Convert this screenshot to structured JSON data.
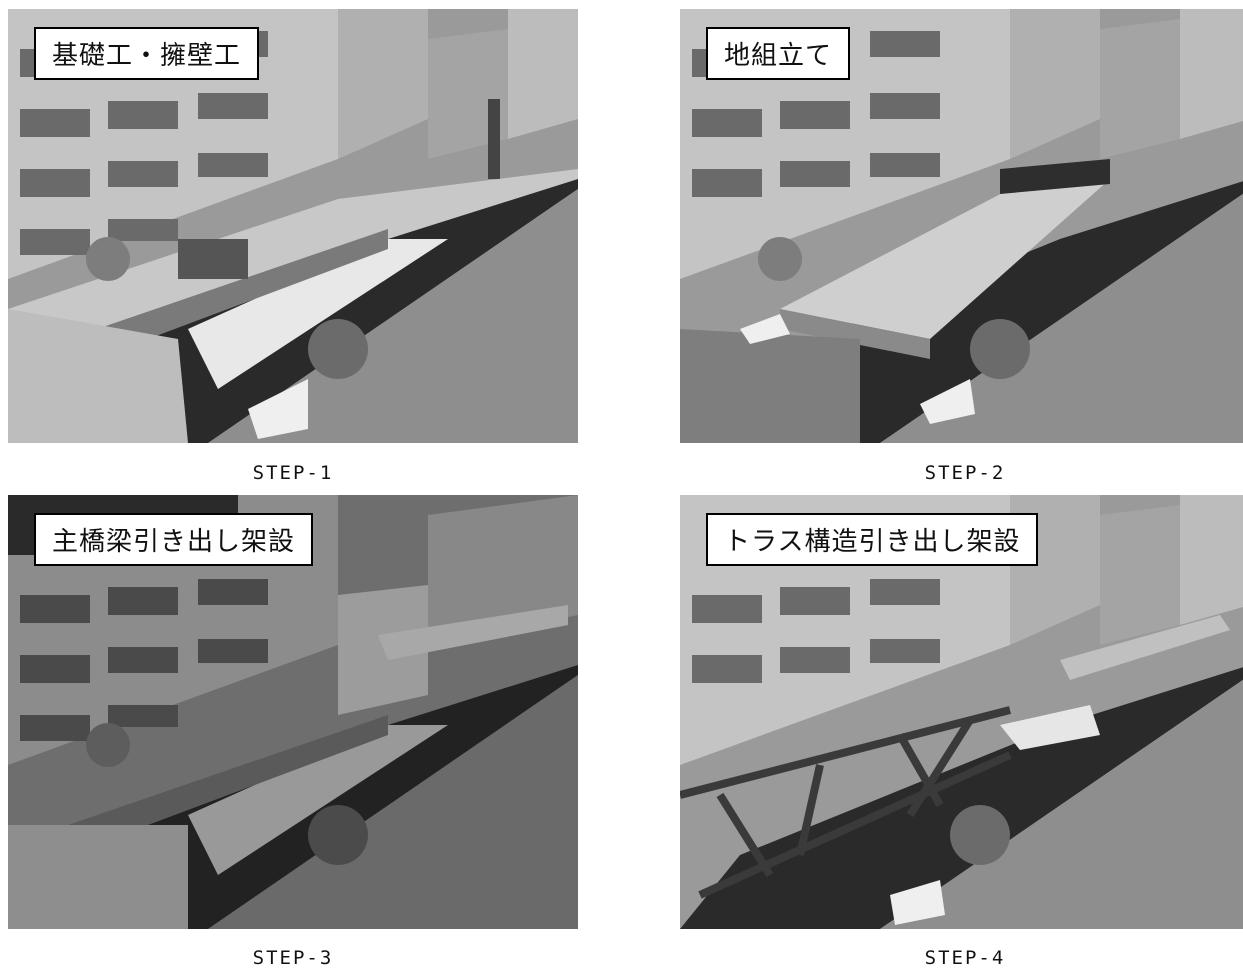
{
  "panels": [
    {
      "title": "基礎工・擁壁工",
      "caption": "STEP-1"
    },
    {
      "title": "地組立て",
      "caption": "STEP-2"
    },
    {
      "title": "主橋梁引き出し架設",
      "caption": "STEP-3"
    },
    {
      "title": "トラス構造引き出し架設",
      "caption": "STEP-4"
    }
  ]
}
